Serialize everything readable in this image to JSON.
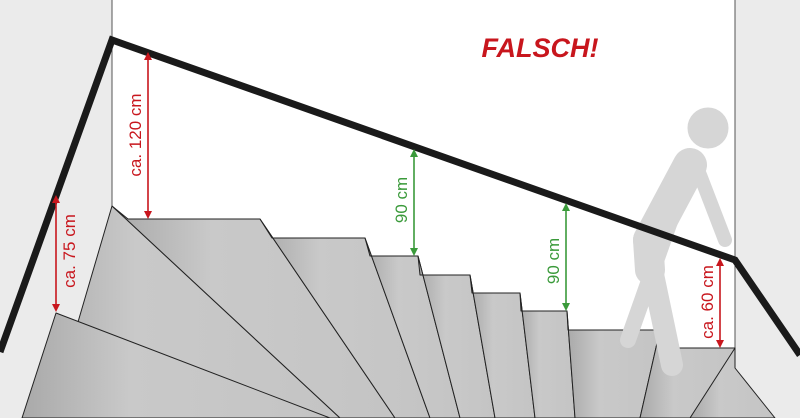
{
  "title": "FALSCH!",
  "colors": {
    "wrong": "#c8161d",
    "ok": "#3a9a3a",
    "rail": "#1a1a1a",
    "step": "#c4c4c4",
    "side_wall": "#ebebeb",
    "person": "#d6d6d6"
  },
  "measurements": [
    {
      "label": "ca. 120 cm",
      "status": "wrong"
    },
    {
      "label": "ca. 75 cm",
      "status": "wrong"
    },
    {
      "label": "90 cm",
      "status": "ok"
    },
    {
      "label": "90 cm",
      "status": "ok"
    },
    {
      "label": "ca. 60 cm",
      "status": "wrong"
    }
  ]
}
